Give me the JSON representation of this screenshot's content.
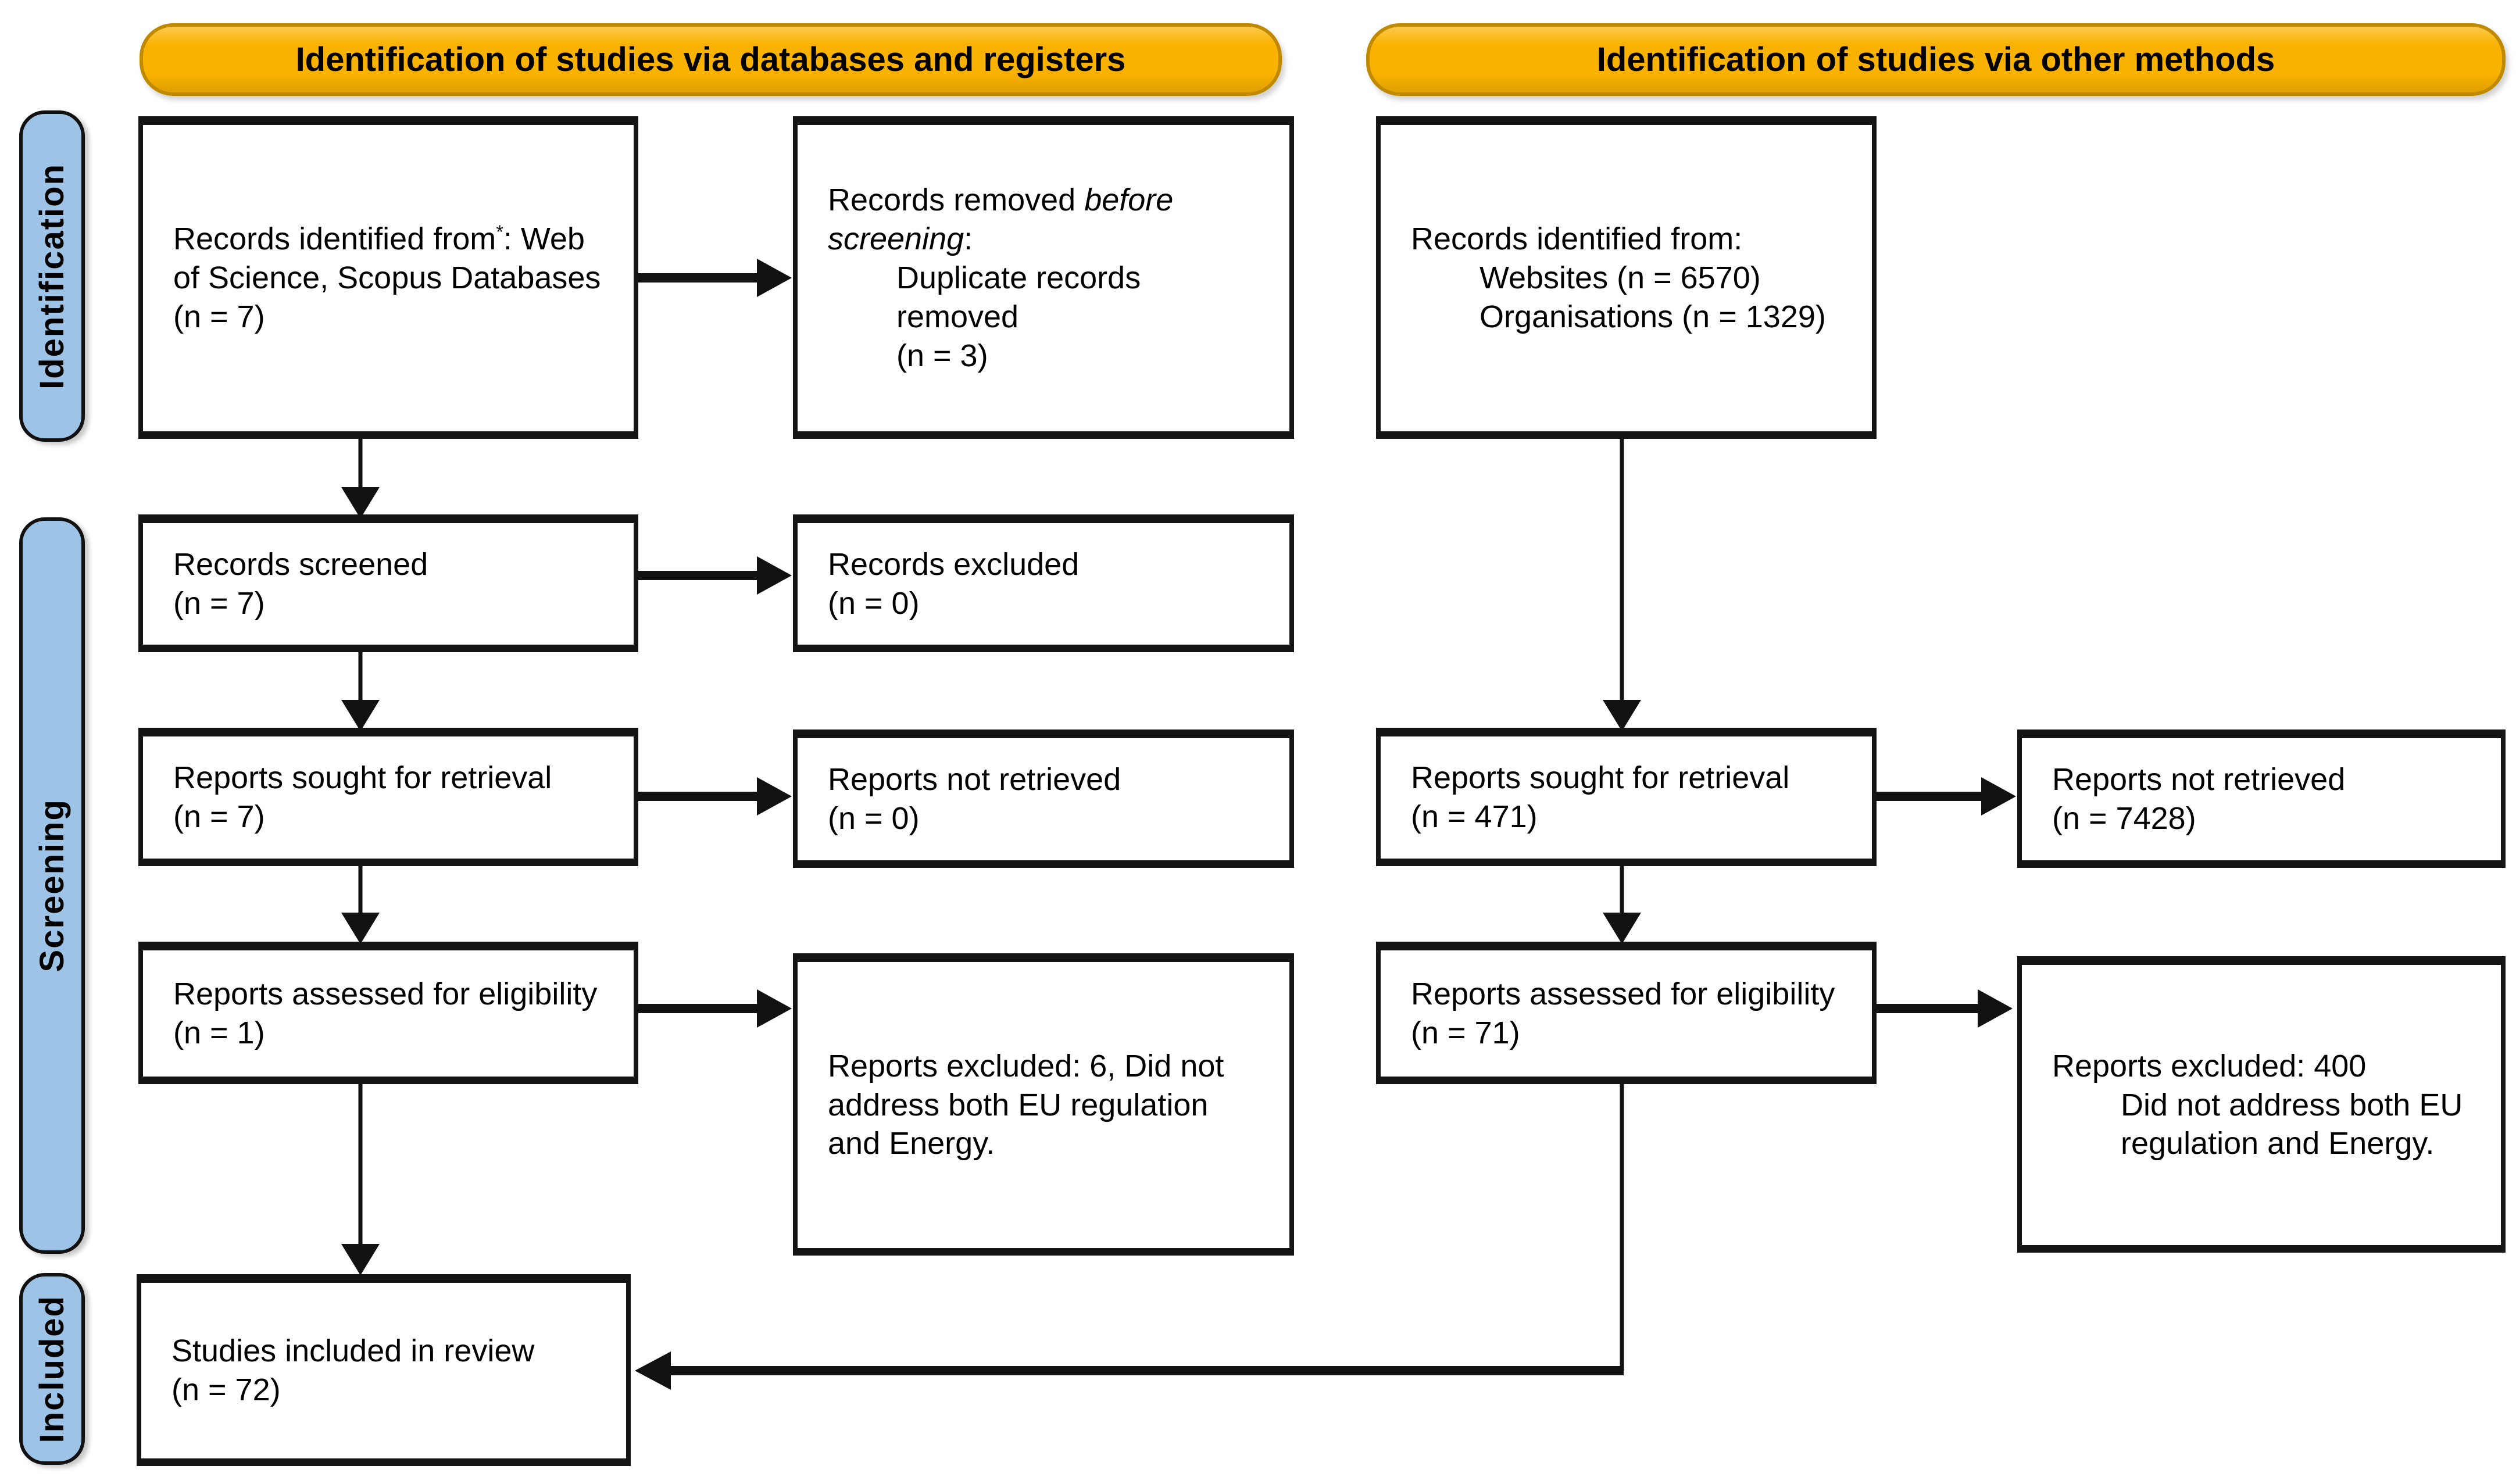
{
  "banners": {
    "databases": "Identification of studies via databases and registers",
    "other": "Identification of studies via other methods"
  },
  "stages": {
    "identification": "Identification",
    "screening": "Screening",
    "included": "Included"
  },
  "boxes": {
    "records_identified_db": {
      "l1a": "Records identified from",
      "sup": "*",
      "l1b": ": Web of Science, Scopus Databases",
      "l2": "(n = 7)"
    },
    "records_removed": {
      "pre": "Records removed ",
      "italic": "before screening",
      "post": ":",
      "l2": "Duplicate records removed",
      "l3": "(n = 3)"
    },
    "records_identified_other": {
      "l1": "Records identified from:",
      "l2": "Websites (n = 6570)",
      "l3": "Organisations (n = 1329)"
    },
    "records_screened": {
      "l1": "Records screened",
      "l2": "(n = 7)"
    },
    "records_excluded": {
      "l1": "Records excluded",
      "l2": "(n = 0)"
    },
    "reports_sought_db": {
      "l1": "Reports sought for retrieval",
      "l2": "(n = 7)"
    },
    "reports_not_retrieved_db": {
      "l1": "Reports not retrieved",
      "l2": "(n = 0)"
    },
    "reports_sought_other": {
      "l1": "Reports sought for retrieval",
      "l2": "(n = 471)"
    },
    "reports_not_retrieved_other": {
      "l1": "Reports not retrieved",
      "l2": "(n = 7428)"
    },
    "reports_assessed_db": {
      "l1": "Reports assessed for eligibility",
      "l2": "(n = 1)"
    },
    "reports_excluded_db": {
      "text": "Reports excluded: 6, Did not address both EU regulation and Energy."
    },
    "reports_assessed_other": {
      "l1": "Reports assessed for eligibility",
      "l2": "(n = 71)"
    },
    "reports_excluded_other": {
      "l1": "Reports excluded: 400",
      "l2": "Did not address both EU regulation and Energy."
    },
    "studies_included": {
      "l1": "Studies included in review",
      "l2": "(n = 72)"
    }
  },
  "colors": {
    "banner": "#f9b200",
    "banner_border": "#c08a00",
    "stage_fill": "#9dc3e6",
    "line": "#111111"
  }
}
